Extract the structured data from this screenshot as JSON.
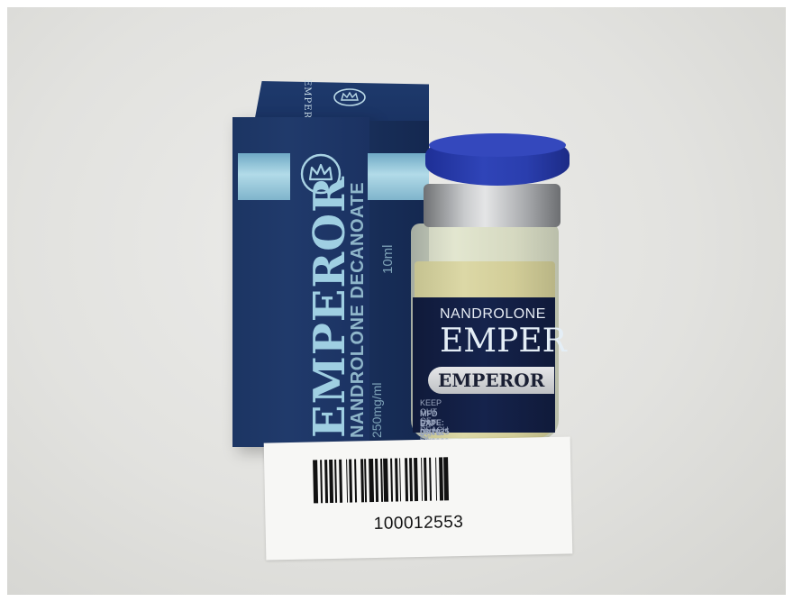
{
  "box": {
    "top_brand": "EMPEROR",
    "brand": "EMPEROR",
    "drug": "NANDROLONE DECANOATE",
    "dose": "250mg/ml",
    "volume": "10ml"
  },
  "vial": {
    "drug": "NANDROLONE",
    "brand": "EMPER",
    "pill_text": "EMPEROR",
    "warning": "KEEP OUT OF REACH OF",
    "mfd": "MFD DATE: 08/2025",
    "exp": "EXP DATE: 08/2029"
  },
  "sticker": {
    "number": "100012553"
  },
  "colors": {
    "box_blue": "#1c3563",
    "foil": "#9fcfe2",
    "cap_blue": "#2a3eae",
    "liquid": "#d2cd98"
  },
  "icons": {
    "box_logo": "crown-circle-logo"
  }
}
